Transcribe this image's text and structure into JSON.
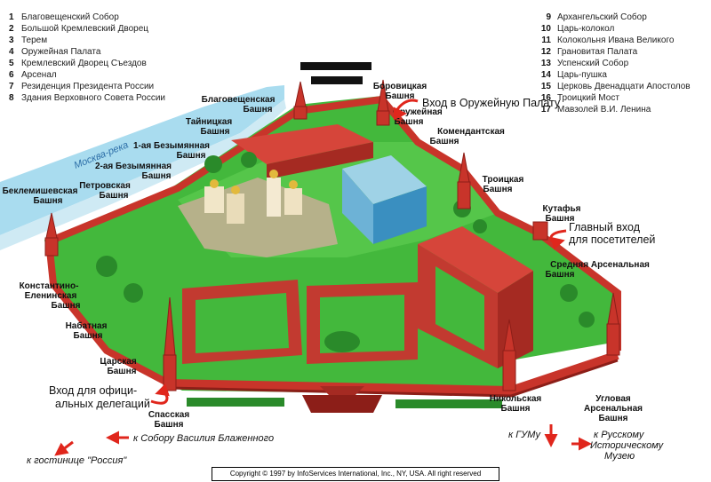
{
  "legend": {
    "left": [
      {
        "num": "1",
        "name": "Благовещенский Собор"
      },
      {
        "num": "2",
        "name": "Большой Кремлевский Дворец"
      },
      {
        "num": "3",
        "name": "Терем"
      },
      {
        "num": "4",
        "name": "Оружейная Палата"
      },
      {
        "num": "5",
        "name": "Кремлевский Дворец Съездов"
      },
      {
        "num": "6",
        "name": "Арсенал"
      },
      {
        "num": "7",
        "name": "Резиденция Президента России"
      },
      {
        "num": "8",
        "name": "Здания Верховного Совета России"
      }
    ],
    "right": [
      {
        "num": "9",
        "name": "Архангельский Собор"
      },
      {
        "num": "10",
        "name": "Царь-колокол"
      },
      {
        "num": "11",
        "name": "Колокольня Ивана Великого"
      },
      {
        "num": "12",
        "name": "Грановитая Палата"
      },
      {
        "num": "13",
        "name": "Успенский Собор"
      },
      {
        "num": "14",
        "name": "Царь-пушка"
      },
      {
        "num": "15",
        "name": "Церковь Двенадцати Апостолов"
      },
      {
        "num": "16",
        "name": "Троицкий Мост"
      },
      {
        "num": "17",
        "name": "Мавзолей В.И. Ленина"
      }
    ]
  },
  "towers": {
    "borovitskaya": [
      "Боровицкая",
      "Башня"
    ],
    "blagoveshchenskaya": [
      "Благовещенская",
      "Башня"
    ],
    "tainitskaya": [
      "Тайницкая",
      "Башня"
    ],
    "bezymyannaya1": [
      "1-ая Безымянная",
      "Башня"
    ],
    "bezymyannaya2": [
      "2-ая Безымянная",
      "Башня"
    ],
    "petrovskaya": [
      "Петровская",
      "Башня"
    ],
    "beklemishevskaya": [
      "Беклемишевская",
      "Башня"
    ],
    "konstantino": [
      "Константино-",
      "Еленинская",
      "Башня"
    ],
    "nabatnaya": [
      "Набатная",
      "Башня"
    ],
    "tsarskaya": [
      "Царская",
      "Башня"
    ],
    "spasskaya": [
      "Спасская",
      "Башня"
    ],
    "nikolskaya": [
      "Никольская",
      "Башня"
    ],
    "uglovaya": [
      "Угловая",
      "Арсенальная",
      "Башня"
    ],
    "srednyaya": [
      "Средняя Арсенальная",
      "Башня"
    ],
    "kutafya": [
      "Кутафья",
      "Башня"
    ],
    "troitskaya": [
      "Троицкая",
      "Башня"
    ],
    "komendantskaya": [
      "Комендантская",
      "Башня"
    ],
    "oruzheynaya": [
      "Оружейная",
      "Башня"
    ]
  },
  "annotations": {
    "armory_entrance": "Вход в Оружейную Палату",
    "main_entrance": [
      "Главный вход",
      "для посетителей"
    ],
    "delegations_entrance": [
      "Вход для офици-",
      "альных делегаций"
    ]
  },
  "river": "Москва-река",
  "directions": {
    "basil": "к Собору Василия Блаженного",
    "hotel": "к гостинице \"Россия\"",
    "gum": "к ГУМу",
    "museum": [
      "к Русскому",
      "Историческому",
      "Музею"
    ]
  },
  "copyright": "Copyright © 1997 by InfoServices International, Inc., NY, USA. All right reserved",
  "colors": {
    "wall_red": "#c8342a",
    "wall_dark": "#8c1e18",
    "grass": "#43b83c",
    "grass_dark": "#2a8a2a",
    "arrow": "#e0261c",
    "river": "#a9dcef"
  }
}
